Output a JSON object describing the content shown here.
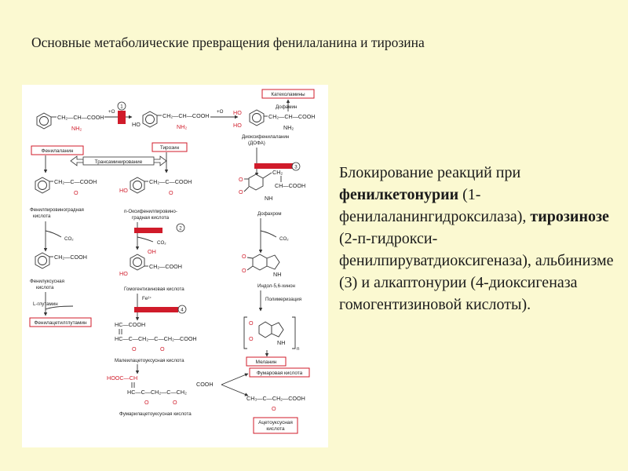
{
  "slide": {
    "title": "Основные метаболические превращения фенилаланина и тирозина"
  },
  "description": {
    "intro": "Блокирование реакций при ",
    "disease_1": "фенилкетонурии",
    "enzyme_1": " (1-фенилаланингидроксилаза), ",
    "disease_2": "тирозинозе",
    "enzyme_2": " (2-п-гидрокси-фенилпируватдиоксигеназа), альбинизме (3) и алкаптонурии (4-диоксигеназа гомогентизиновой кислоты)."
  },
  "diagram": {
    "boxes": {
      "catecholamines": "Катехоламины",
      "phenylalanine": "Фенилаланин",
      "tyrosine": "Тирозин",
      "transamination": "Трансаминирование",
      "phenylacetylglutamine": "Фенилацетилглутамин",
      "melanin": "Меланин",
      "fumaric_acid": "Фумаровая кислота",
      "acetoacetic_1": "Ацетоуксусная",
      "acetoacetic_2": "кислота"
    },
    "labels": {
      "dopamine": "Дофамин",
      "dopa_1": "Диоксифенилаланин",
      "dopa_2": "(ДОФА)",
      "phenylpyruvic_1": "Фенилпировиноградная",
      "phenylpyruvic_2": "кислота",
      "hydroxyphenylpyruvic_1": "п-Оксифенилпировино-",
      "hydroxyphenylpyruvic_2": "градная кислота",
      "dopachrome": "Дофахром",
      "phenylacetic_1": "Фенилуксусная",
      "phenylacetic_2": "кислота",
      "l_glutamine": "L-глутамин",
      "homogentisic": "Гомогентизиновая кислота",
      "indole_quinone": "Индол-5,6-хинон",
      "polymerization": "Полимеризация",
      "maleylacetoacetic": "Малеилацетоуксусная кислота",
      "fumarylacetoacetic": "Фумарилацетоуксусная кислота",
      "co2": "CO₂",
      "o_plus": "+O",
      "fe": "Fe²⁺",
      "n_sub": "n"
    },
    "blocks": {
      "b1": "1",
      "b2": "2",
      "b3": "3",
      "b4": "4"
    },
    "formulas": {
      "ch2_ch_cooh": "CH₂—CH—COOH",
      "nh2": "NH₂",
      "ch2_c_cooh": "CH₂—C—COOH",
      "o": "O",
      "ch2_cooh": "CH₂—COOH",
      "ho": "HO",
      "oh": "OH",
      "ch2": "CH₂",
      "ch": "CH",
      "ch_cooh": "CH—COOH",
      "nh": "NH",
      "hc_cooh": "HC—COOH",
      "malei_chain": "HC—C—CH₂—C—CH₂—COOH",
      "hooc_ch": "HOOC—CH",
      "fumar_chain": "HC—C—CH₂—C—CH₂",
      "cooh": "COOH",
      "aceto_chain": "CH₃—C—CH₂—COOH"
    }
  }
}
